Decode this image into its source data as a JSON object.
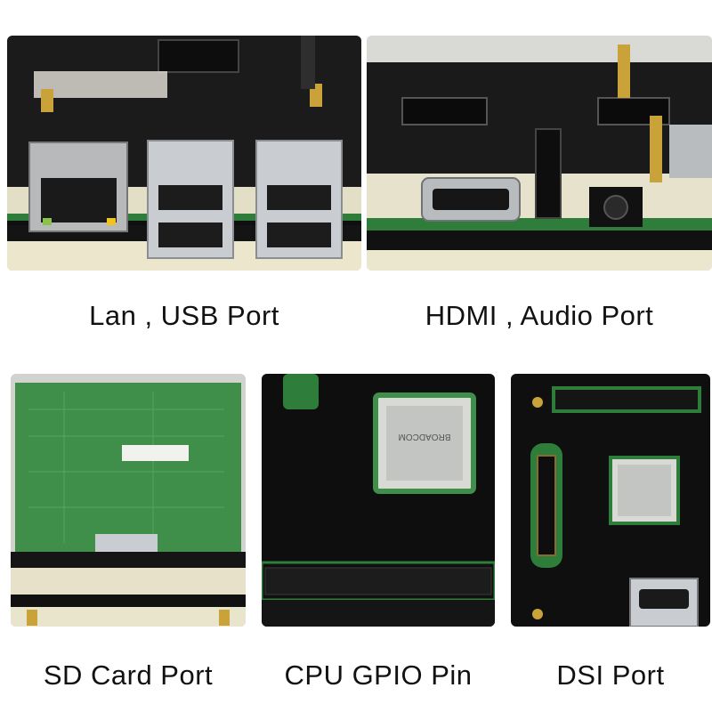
{
  "captions": {
    "lan_usb": "Lan , USB Port",
    "hdmi_audio": "HDMI , Audio Port",
    "sd_card": "SD Card Port",
    "cpu_gpio": "CPU GPIO Pin",
    "dsi": "DSI Port"
  },
  "chip_markings": {
    "broadcom": "BROADCOM"
  },
  "colors": {
    "case_black": "#141414",
    "acrylic_clear": "#e7e2c8",
    "brass": "#c9a23a",
    "pcb_green": "#2f7d3a",
    "usb_metal": "#c9ccd0"
  }
}
